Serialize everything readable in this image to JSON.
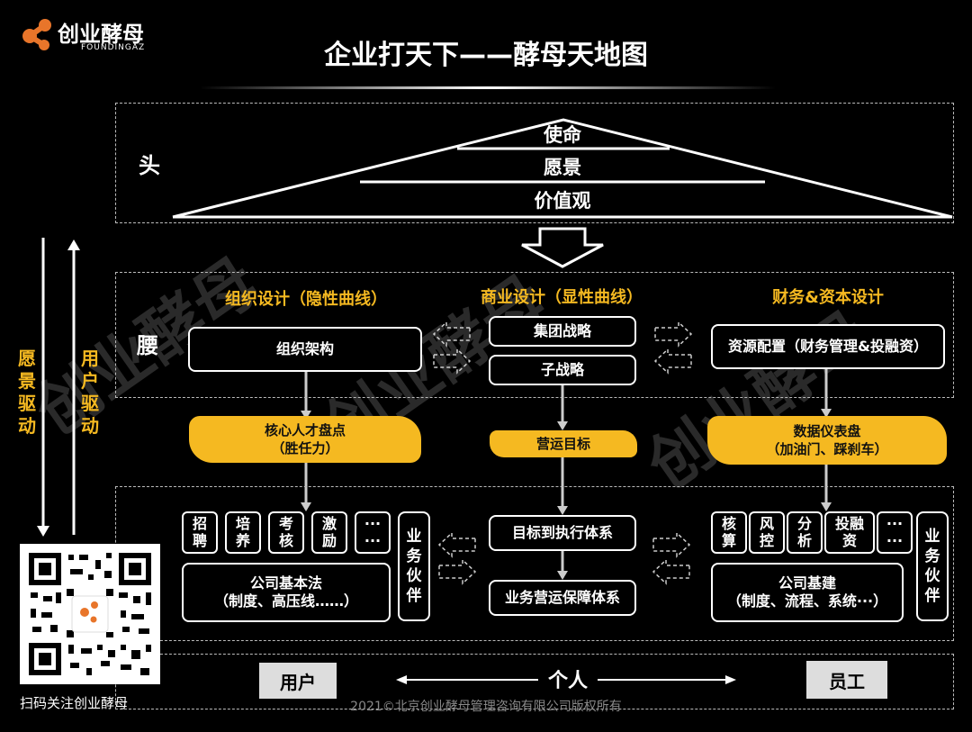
{
  "brand": {
    "name": "创业酵母",
    "sub": "FOUNDINGAZ"
  },
  "title": "企业打天下——酵母天地图",
  "head": {
    "label": "头",
    "levels": [
      "使命",
      "愿景",
      "价值观"
    ]
  },
  "waist": {
    "label": "腰",
    "org": {
      "title": "组织设计（隐性曲线）",
      "box": "组织架构",
      "tag": [
        "核心人才盘点",
        "（胜任力）"
      ]
    },
    "biz": {
      "title": "商业设计（显性曲线）",
      "box1": "集团战略",
      "box2": "子战略",
      "tag": "营运目标"
    },
    "fin": {
      "title": "财务&资本设计",
      "box": "资源配置（财务管理&投融资）",
      "tag": [
        "数据仪表盘",
        "（加油门、踩刹车）"
      ]
    }
  },
  "base": {
    "org_items": [
      [
        "招",
        "聘"
      ],
      [
        "培",
        "养"
      ],
      [
        "考",
        "核"
      ],
      [
        "激",
        "励"
      ],
      [
        "···",
        "···"
      ]
    ],
    "org_law": [
      "公司基本法",
      "（制度、高压线……）"
    ],
    "partner": [
      "业",
      "务",
      "伙",
      "伴"
    ],
    "exec": "目标到执行体系",
    "ops": "业务营运保障体系",
    "fin_items": [
      [
        "核",
        "算"
      ],
      [
        "风",
        "控"
      ],
      [
        "分",
        "析"
      ],
      [
        "投融",
        "资"
      ],
      [
        "···",
        "···"
      ]
    ],
    "fin_infra": [
      "公司基建",
      "（制度、流程、系统···）"
    ]
  },
  "bottom": {
    "user": "用户",
    "individual": "个人",
    "employee": "员工"
  },
  "side": {
    "vision": [
      "愿",
      "景",
      "驱",
      "动"
    ],
    "user": [
      "用",
      "户",
      "驱",
      "动"
    ]
  },
  "qr": {
    "caption": "扫码关注创业酵母"
  },
  "copyright": "2021©北京创业酵母管理咨询有限公司版权所有",
  "colors": {
    "accent": "#f5b921",
    "background": "#000000",
    "brand": "#e8752a"
  }
}
